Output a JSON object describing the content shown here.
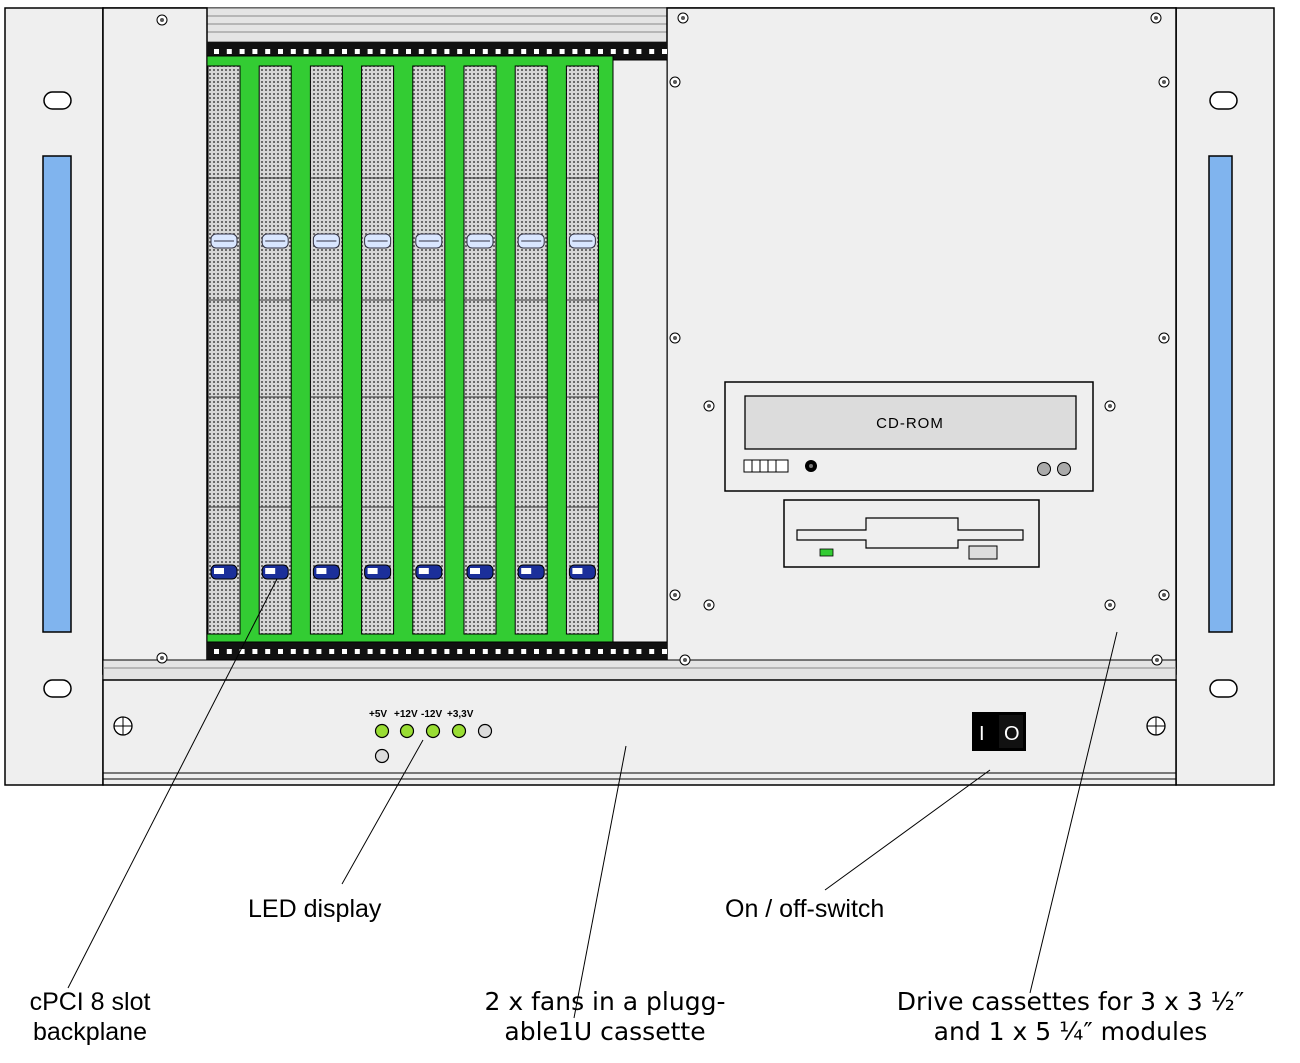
{
  "device": {
    "drive_label": "CD-ROM",
    "switch": {
      "on_symbol": "I",
      "off_symbol": "O"
    },
    "led_labels": [
      "+5V",
      "+12V",
      "-12V",
      "+3,3V"
    ],
    "slot_count": 8
  },
  "callouts": {
    "backplane": [
      "cPCI 8 slot",
      "backplane"
    ],
    "led_display": "LED display",
    "fans": [
      "2 x fans in a plugg-",
      "able1U cassette"
    ],
    "switch": "On / off-switch",
    "drives": [
      "Drive cassettes for 3 x 3 ½″",
      "and 1 x 5 ¼″ modules"
    ]
  },
  "colors": {
    "panel": "#efefef",
    "pcb_green": "#33cc33",
    "handle_blue": "#80b4ee",
    "led_green": "#99dd33",
    "switch_black": "#000000"
  }
}
